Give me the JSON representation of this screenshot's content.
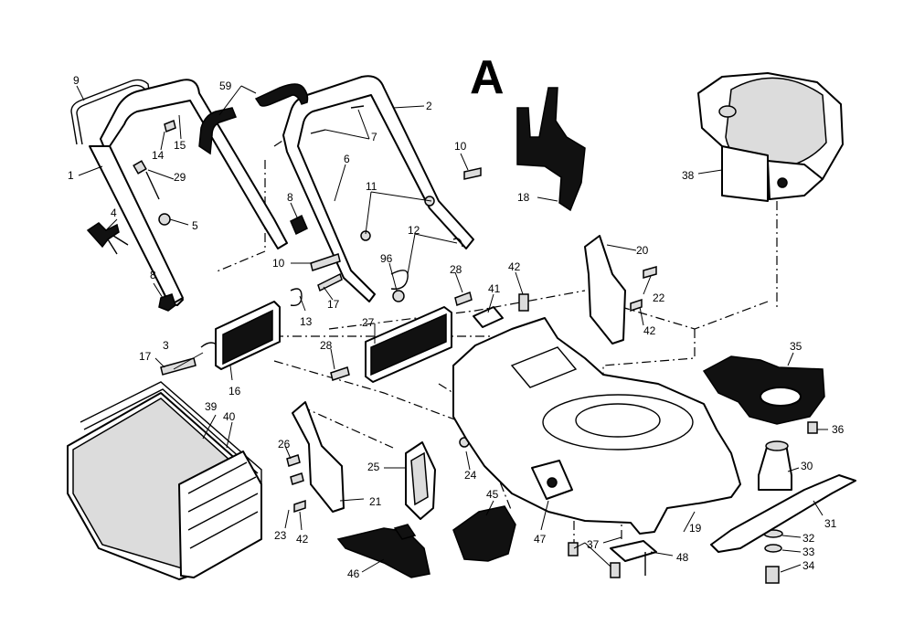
{
  "diagram": {
    "title": "A",
    "part_numbers": {
      "p1": "1",
      "p2": "2",
      "p3": "3",
      "p4": "4",
      "p5": "5",
      "p6": "6",
      "p7": "7",
      "p8a": "8",
      "p8b": "8",
      "p9": "9",
      "p10a": "10",
      "p10b": "10",
      "p11": "11",
      "p12": "12",
      "p13": "13",
      "p14": "14",
      "p15": "15",
      "p16": "16",
      "p17a": "17",
      "p17b": "17",
      "p18": "18",
      "p19": "19",
      "p20": "20",
      "p21": "21",
      "p22": "22",
      "p23": "23",
      "p24": "24",
      "p25": "25",
      "p26": "26",
      "p27": "27",
      "p28a": "28",
      "p28b": "28",
      "p29": "29",
      "p30": "30",
      "p31": "31",
      "p32": "32",
      "p33": "33",
      "p34": "34",
      "p35": "35",
      "p36": "36",
      "p37": "37",
      "p38": "38",
      "p39": "39",
      "p40": "40",
      "p41": "41",
      "p42a": "42",
      "p42b": "42",
      "p42c": "42",
      "p45": "45",
      "p46": "46",
      "p47": "47",
      "p48": "48",
      "p59": "59",
      "p96": "96"
    }
  }
}
